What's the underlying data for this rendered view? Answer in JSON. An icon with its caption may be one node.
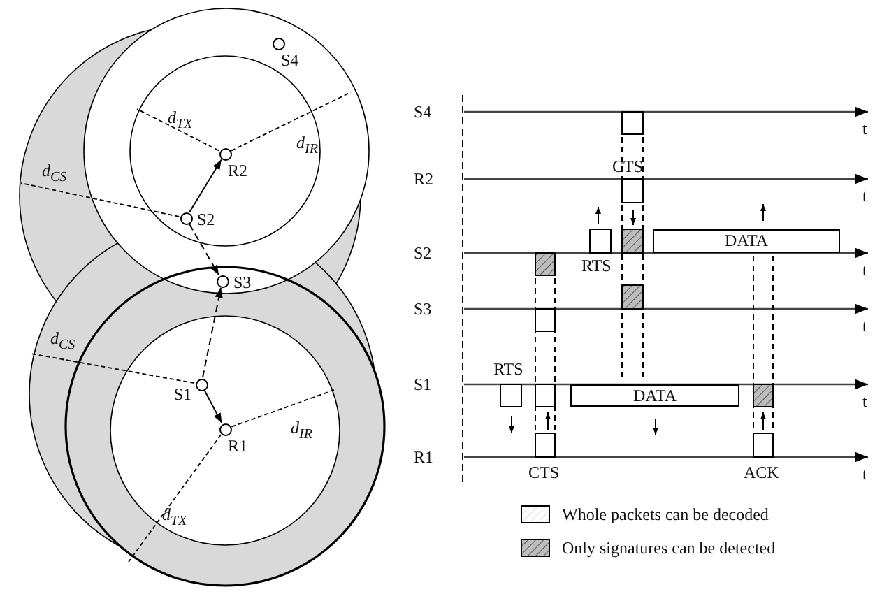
{
  "diagram": {
    "nodes": [
      {
        "text": [],
        "shape": "circle",
        "beside": [
          "S4"
        ]
      },
      {
        "text": [],
        "shape": "circle",
        "beside": [
          "R2"
        ]
      },
      {
        "text": [],
        "shape": "circle",
        "beside": [
          "S2"
        ]
      },
      {
        "text": [],
        "shape": "circle",
        "beside": [
          "S3"
        ]
      },
      {
        "text": [],
        "shape": "circle",
        "beside": [
          "S1"
        ]
      },
      {
        "text": [],
        "shape": "circle",
        "beside": [
          "R1"
        ]
      },
      {
        "text": [
          "DATA"
        ]
      },
      {
        "text": [
          "DATA"
        ]
      }
    ],
    "edges": [
      {
        "from": 2,
        "to": 1,
        "arrow": "to"
      },
      {
        "from": 2,
        "to": 3,
        "arrow": "to",
        "style": "dashed"
      },
      {
        "from": 4,
        "to": 3,
        "arrow": "to",
        "style": "dashed"
      },
      {
        "from": 4,
        "to": 5,
        "arrow": "to"
      }
    ],
    "labels": [
      "d$_{TX}$",
      "d$_{IR}$",
      "d$_{CS}$",
      "d$_{CS}$",
      "d$_{IR}$",
      "d$_{TX}$",
      "S4",
      "t",
      "CTS",
      "R2",
      "t",
      "RTS",
      "S2",
      "t",
      "S3",
      "t",
      "RTS",
      "S1",
      "t",
      "R1",
      "CTS",
      "ACK",
      "t"
    ],
    "legend": [
      {
        "text": "Whole packets can be decoded"
      },
      {
        "text": "Only signatures can be detected"
      }
    ]
  }
}
